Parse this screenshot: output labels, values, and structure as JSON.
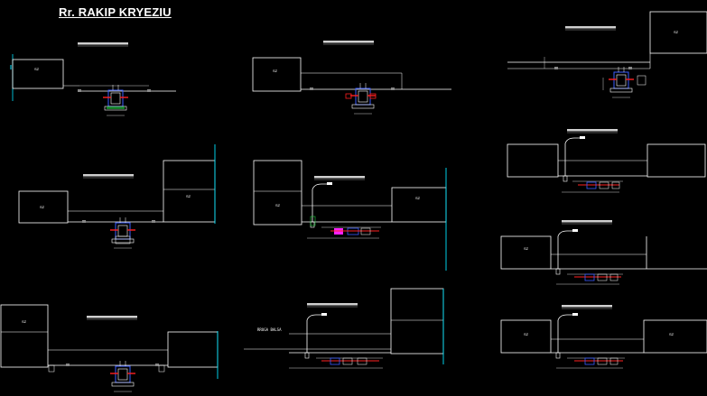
{
  "title": "Rr. RAKIP KRYEZIU",
  "road_label": "RRUGA BALSA",
  "colors": {
    "background": "#000000",
    "line": "#ffffff",
    "cyan_axis": "#00e5ff",
    "pipe_red": "#ff2020",
    "pit_blue": "#3a5cff",
    "magenta": "#ff20ff",
    "green": "#20d040"
  },
  "building_label": "SZ"
}
